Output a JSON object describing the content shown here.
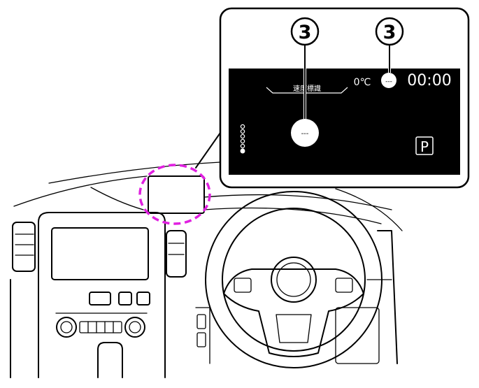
{
  "callout_numbers": [
    "3",
    "3"
  ],
  "display": {
    "speed_sign_label": "速度標識",
    "speed_sign_value": "---",
    "temperature": "0℃",
    "top_indicator_value": "---",
    "clock": "00:00",
    "gear": "P",
    "level_dots_total": 6,
    "level_dots_filled": 1
  },
  "colors": {
    "highlight": "#e020e0",
    "screen": "#000000"
  }
}
